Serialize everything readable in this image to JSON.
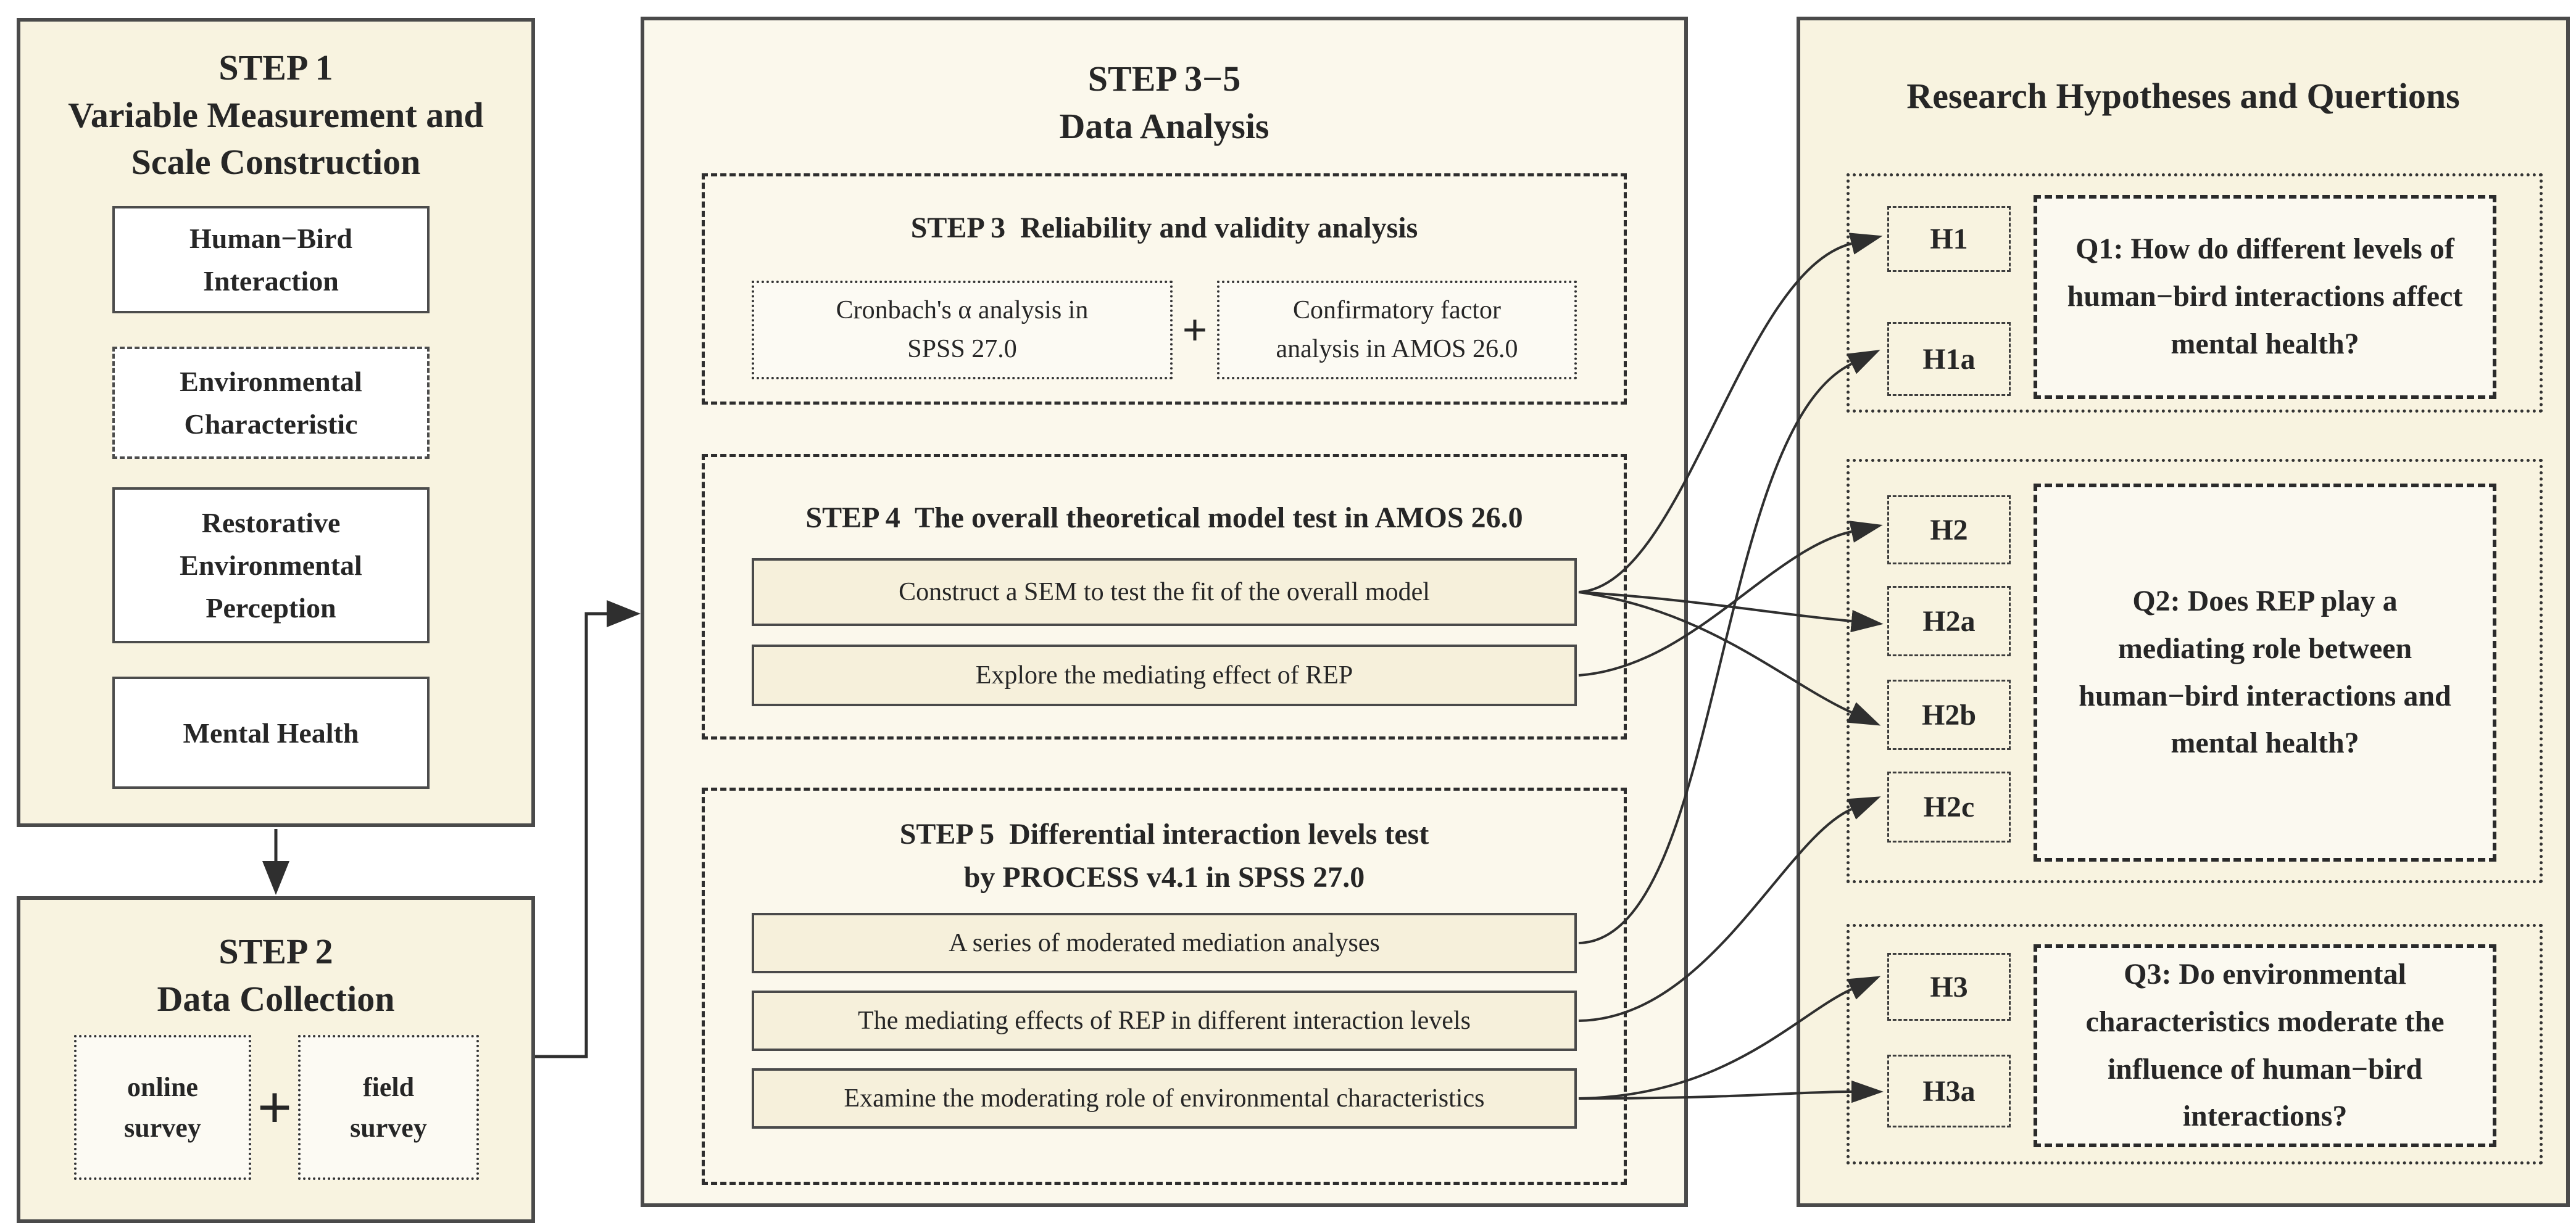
{
  "colors": {
    "panel_bg": "#f8f3e0",
    "middle_panel_bg": "#fbf8ec",
    "action_box_bg": "#f6f0db",
    "box_bg": "#ffffff",
    "border": "#4a4a4a",
    "line": "#2f2f2f",
    "text": "#262626"
  },
  "step1": {
    "title": [
      "STEP 1",
      "Variable Measurement and",
      "Scale Construction"
    ],
    "boxes": [
      {
        "label": "Human−Bird Interaction"
      },
      {
        "label": "Environmental Characteristic"
      },
      {
        "label": "Restorative Environmental Perception"
      },
      {
        "label": "Mental Health"
      }
    ]
  },
  "step2": {
    "title": [
      "STEP 2",
      "Data Collection"
    ],
    "online": "online survey",
    "plus": "+",
    "field": "field survey"
  },
  "analysis": {
    "title": [
      "STEP 3−5",
      "Data Analysis"
    ],
    "step3": {
      "heading": "STEP 3  Reliability and validity analysis",
      "left": "Cronbach's α analysis in SPSS 27.0",
      "plus": "+",
      "right": "Confirmatory factor analysis in AMOS 26.0"
    },
    "step4": {
      "heading": "STEP 4  The overall theoretical model test in AMOS 26.0",
      "box1": "Construct a SEM to test the fit of the overall model",
      "box2": "Explore the mediating effect of REP"
    },
    "step5": {
      "heading": [
        "STEP 5  Differential interaction levels test",
        "by PROCESS v4.1 in SPSS 27.0"
      ],
      "box1": "A series of moderated mediation analyses",
      "box2": "The mediating effects of REP in different interaction levels",
      "box3": "Examine the moderating role of environmental characteristics"
    }
  },
  "hypotheses": {
    "title": "Research Hypotheses and Quertions",
    "h1": "H1",
    "h1a": "H1a",
    "h2": "H2",
    "h2a": "H2a",
    "h2b": "H2b",
    "h2c": "H2c",
    "h3": "H3",
    "h3a": "H3a",
    "q1": "Q1: How do different levels of human−bird interactions affect mental health?",
    "q2": "Q2: Does REP play a mediating role between human−bird interactions and mental health?",
    "q3": "Q3: Do environmental characteristics moderate the influence of human−bird interactions?"
  },
  "connections": [
    {
      "from": "Construct a SEM to test the fit of the overall model",
      "to": "H1"
    },
    {
      "from": "Construct a SEM to test the fit of the overall model",
      "to": "H2a"
    },
    {
      "from": "Construct a SEM to test the fit of the overall model",
      "to": "H2b"
    },
    {
      "from": "Explore the mediating effect of REP",
      "to": "H2"
    },
    {
      "from": "A series of moderated mediation analyses",
      "to": "H1a"
    },
    {
      "from": "The mediating effects of REP in different interaction levels",
      "to": "H2c"
    },
    {
      "from": "Examine the moderating role of environmental characteristics",
      "to": "H3"
    },
    {
      "from": "Examine the moderating role of environmental characteristics",
      "to": "H3a"
    }
  ]
}
